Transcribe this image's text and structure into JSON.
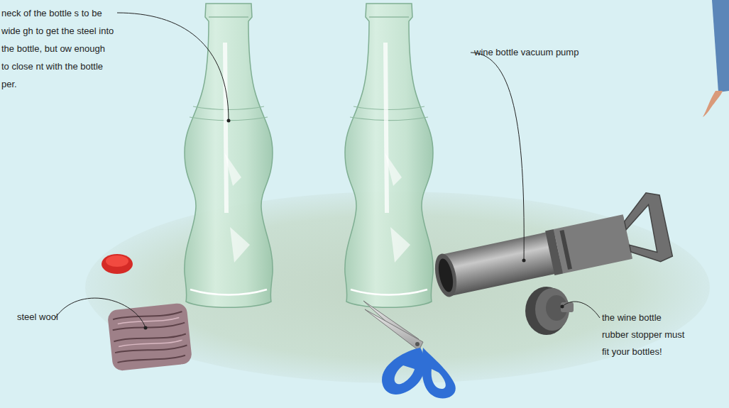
{
  "diagram": {
    "labels": [
      "neck of the bottle s to be wide gh to get the steel into the bottle, but ow enough to close nt with the bottle per.",
      "steel wool",
      "wine bottle vacuum pump",
      "the wine bottle rubber stopper must fit your bottles!"
    ]
  }
}
